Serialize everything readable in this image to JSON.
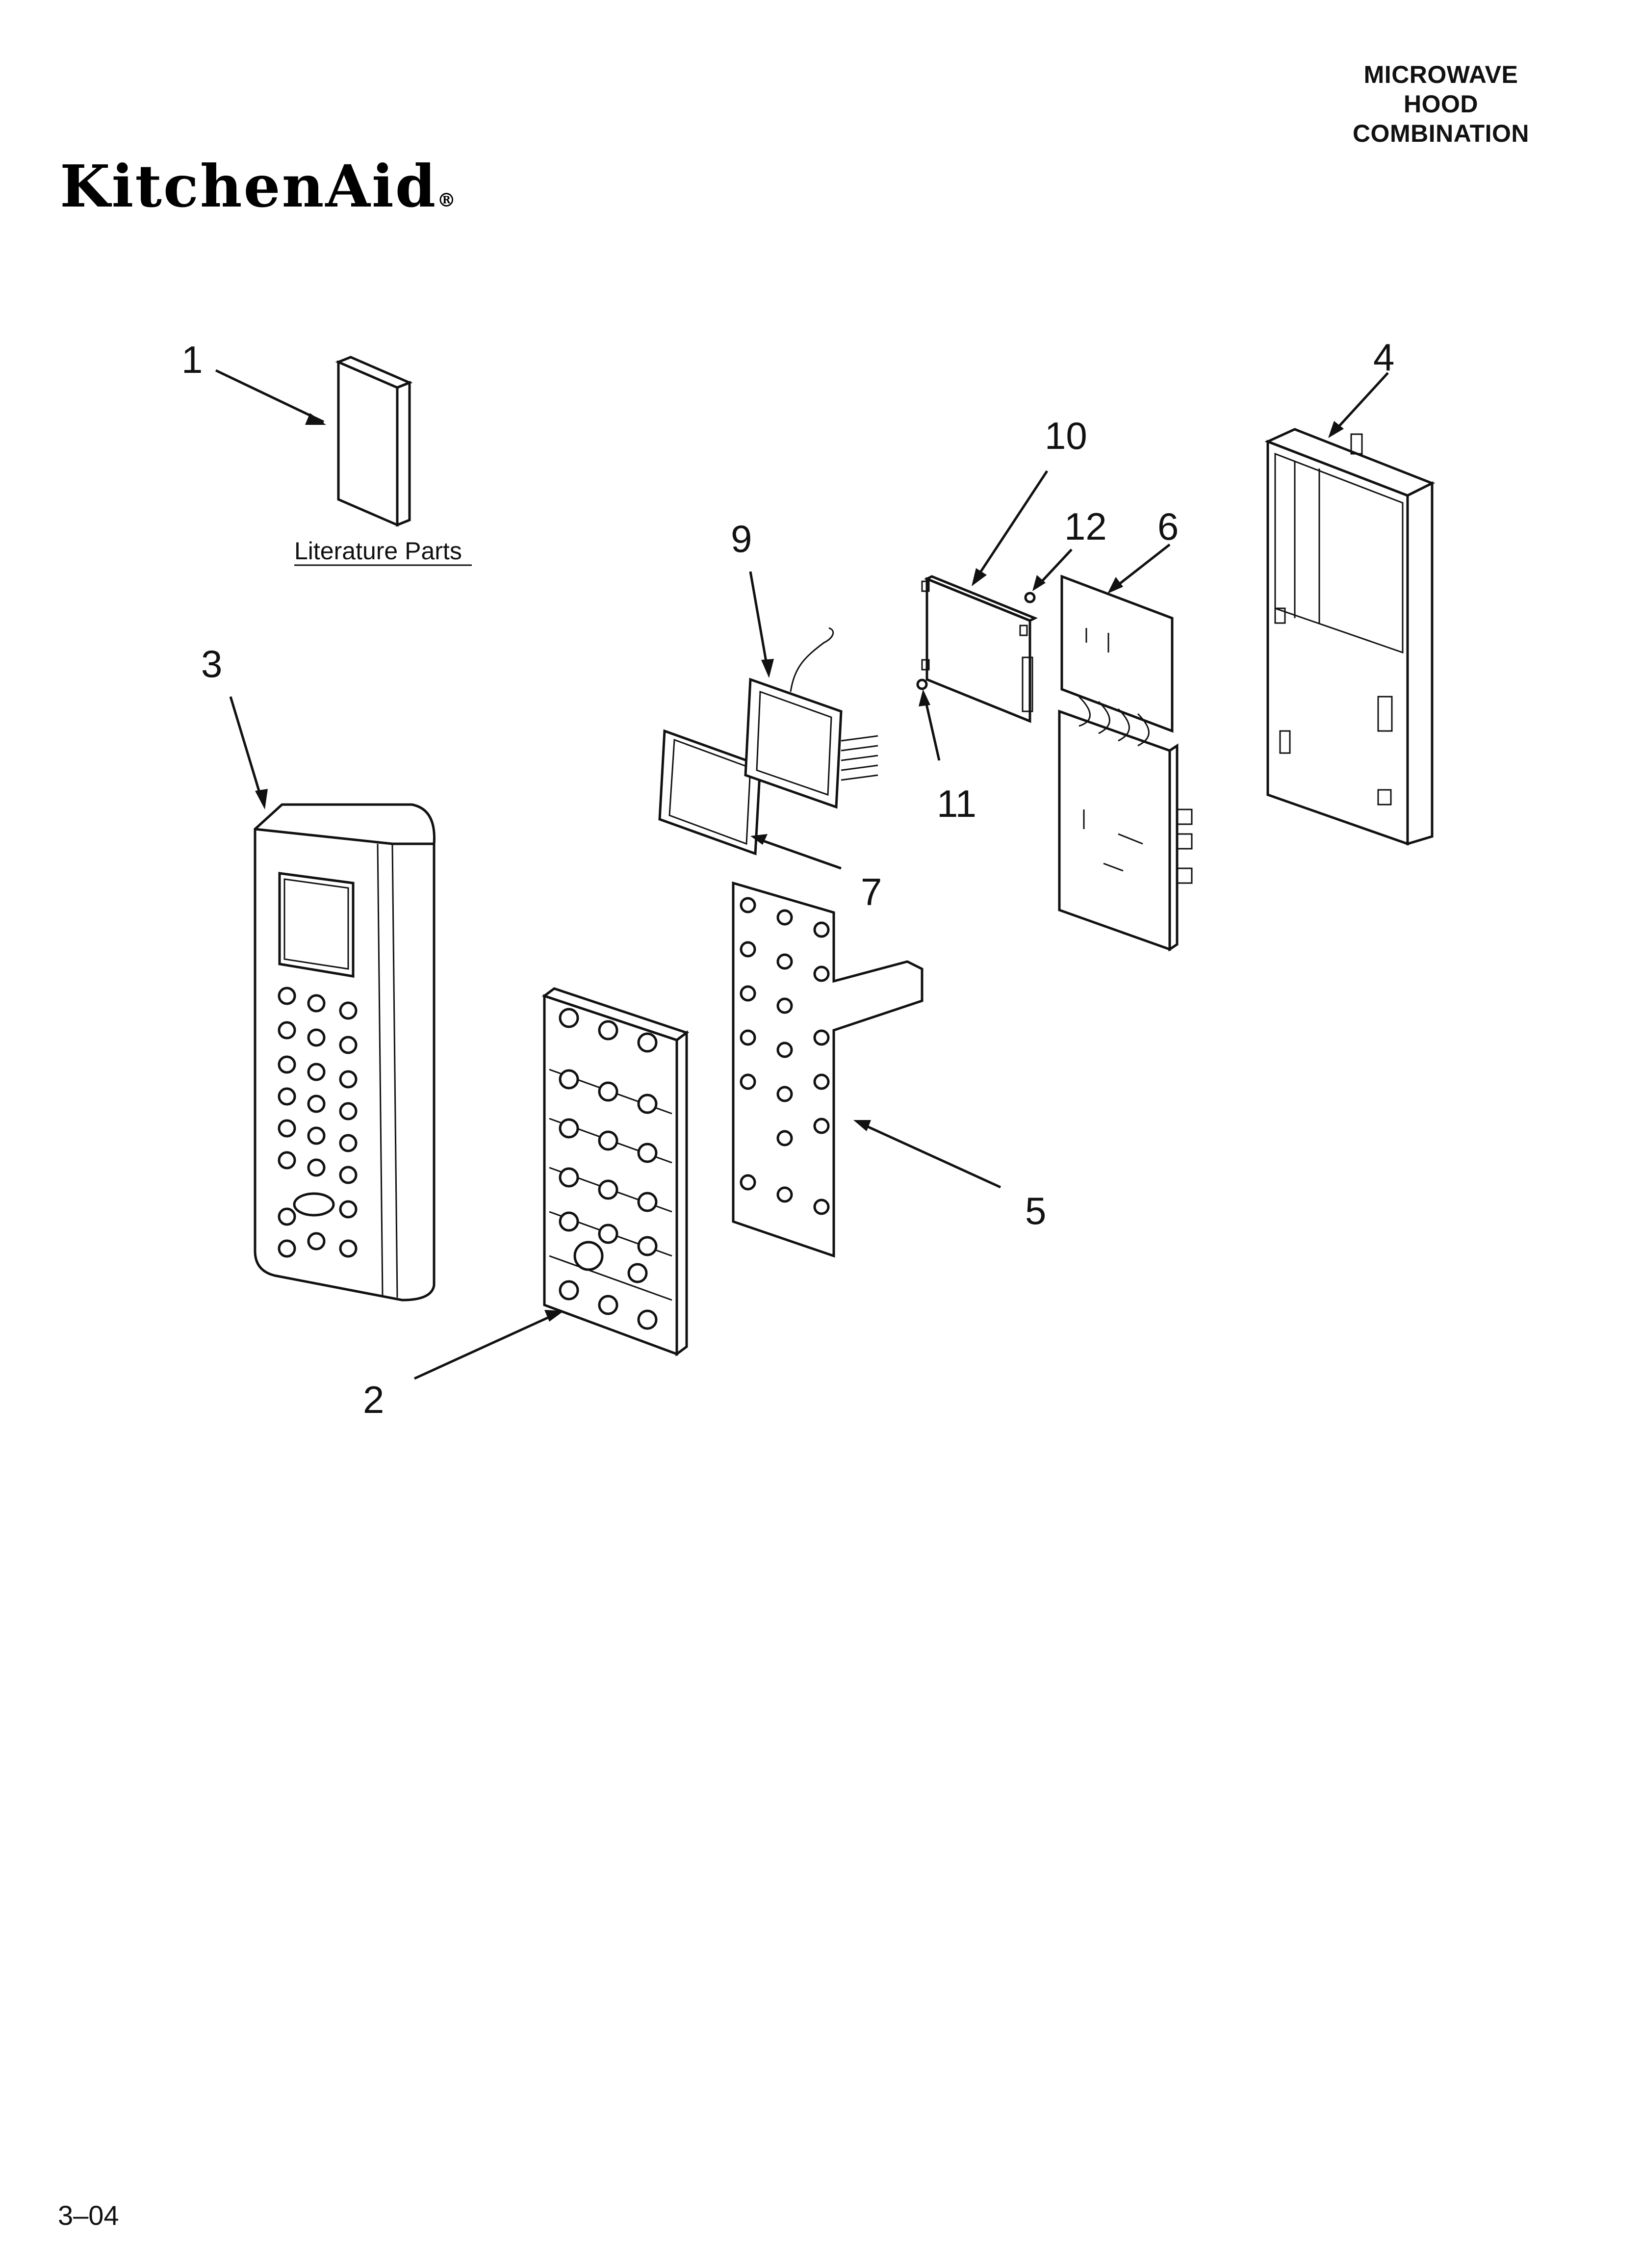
{
  "header": {
    "title_lines": [
      "MICROWAVE",
      "HOOD",
      "COMBINATION"
    ],
    "brand": "KitchenAid",
    "brand_mark": "®"
  },
  "diagram": {
    "literature_label": "Literature Parts",
    "callouts": [
      "1",
      "2",
      "3",
      "4",
      "5",
      "6",
      "7",
      "9",
      "10",
      "11",
      "12"
    ]
  },
  "footer": {
    "code": "3–04"
  }
}
